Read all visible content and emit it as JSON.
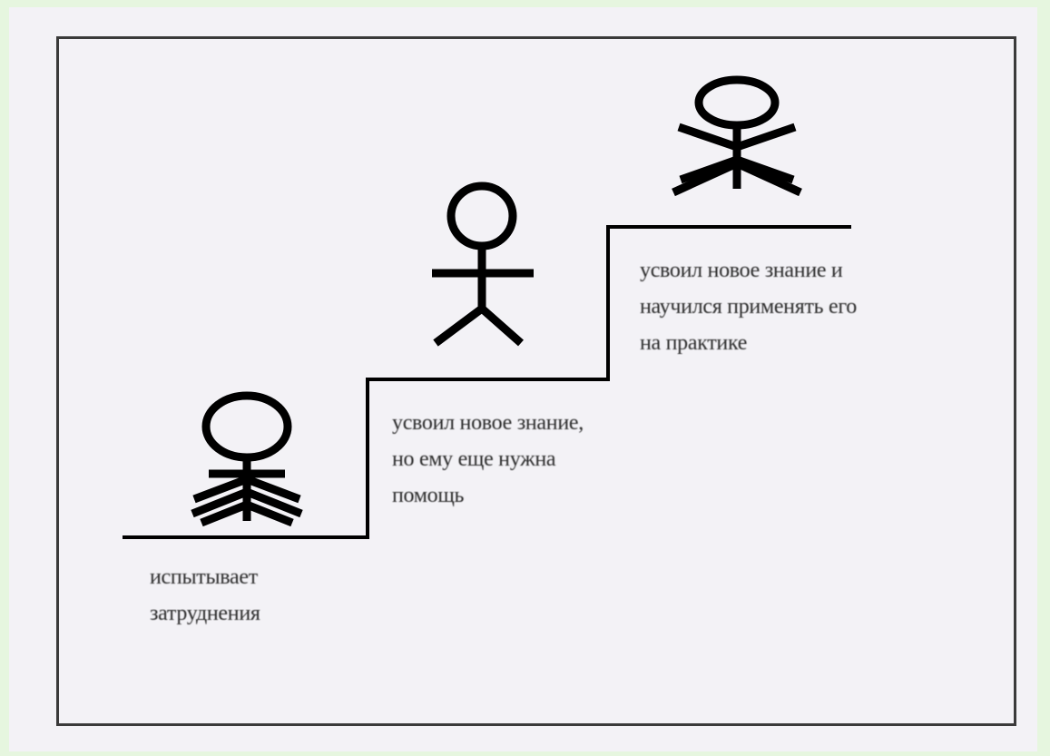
{
  "diagram": {
    "stages": [
      {
        "caption": "испытывает\nзатруднения"
      },
      {
        "caption": " усвоил новое знание,\nно ему еще нужна\nпомощь"
      },
      {
        "caption": " усвоил новое знание и\nнаучился применять его\nна практике"
      }
    ]
  },
  "colors": {
    "outer_background": "#e6f6df",
    "sheet": "#f3f2f6",
    "ink": "#000000",
    "text": "#2b2b2b"
  }
}
